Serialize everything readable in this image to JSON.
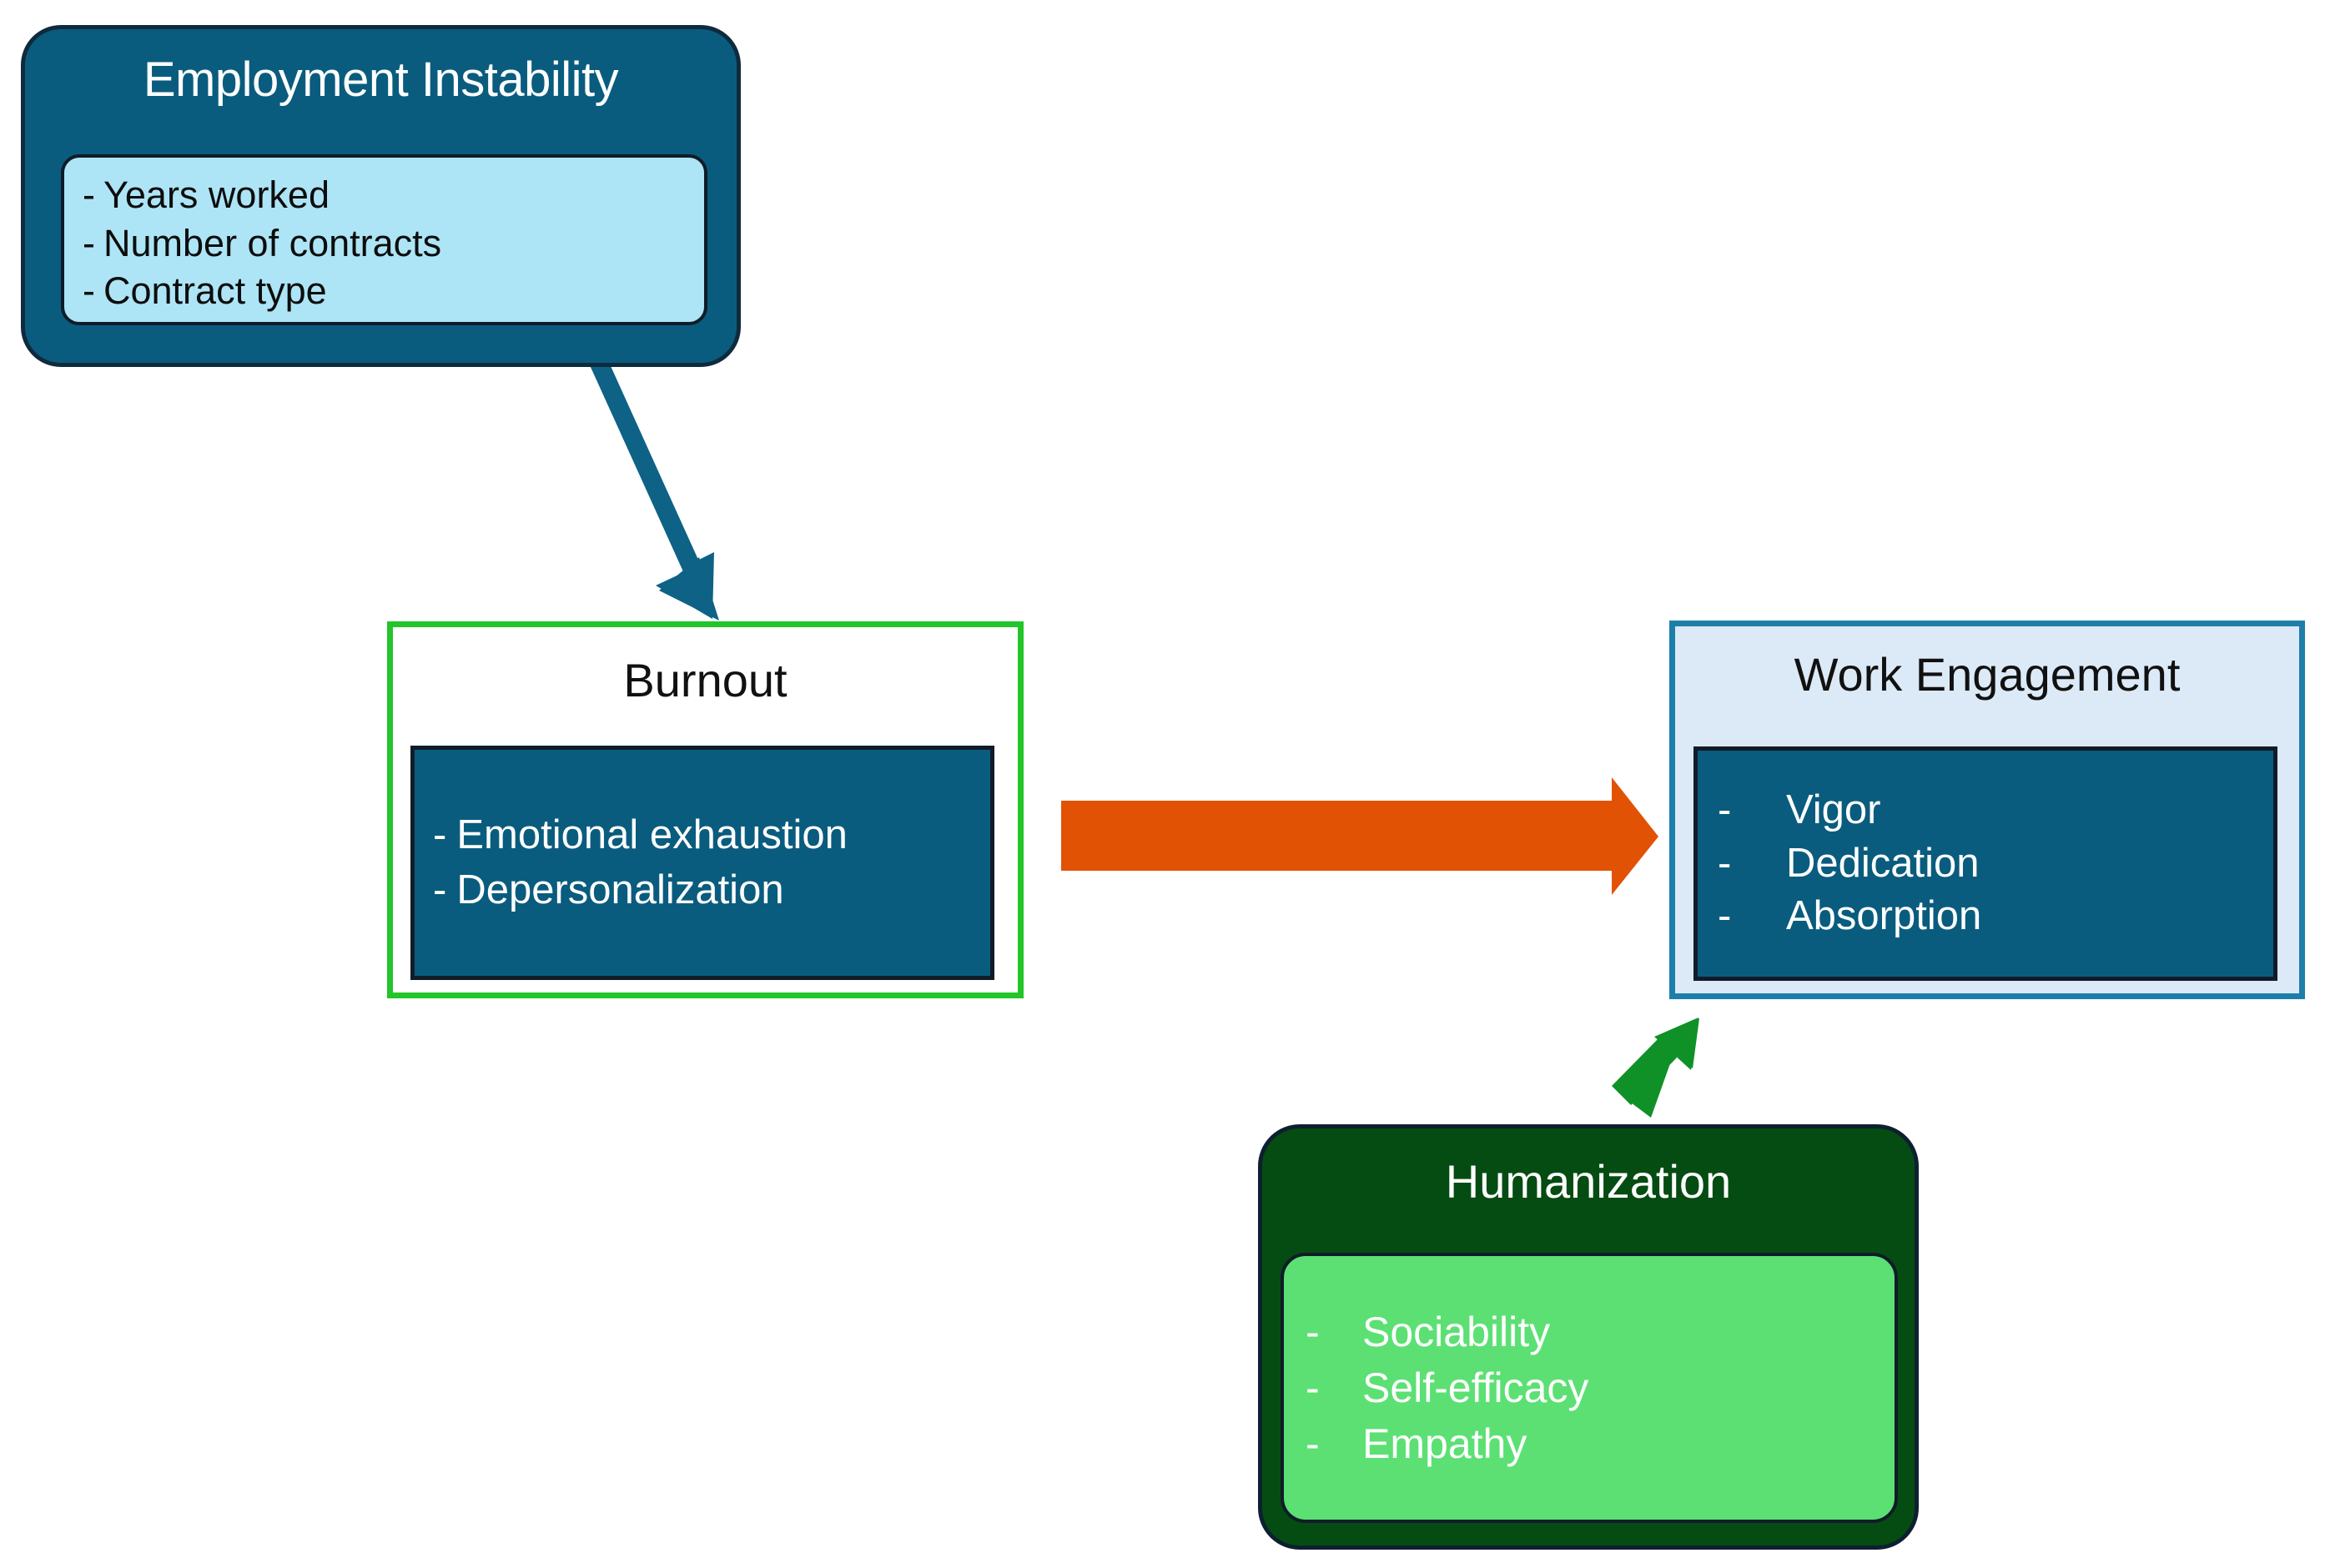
{
  "diagram": {
    "title": "Employment instability, burnout, work engagement and humanization model",
    "background": "#ffffff",
    "nodes": {
      "employment": {
        "title": "Employment Instability",
        "items": [
          "Years worked",
          "Number of contracts",
          "Contract type"
        ],
        "bullet": "-",
        "box_color": "#0a5c7e",
        "inner_color": "#ade5f6",
        "title_color": "#ffffff",
        "item_color": "#0d0d0d"
      },
      "burnout": {
        "title": "Burnout",
        "items": [
          "Emotional  exhaustion",
          "Depersonalization"
        ],
        "bullet": "-",
        "box_color": "#ffffff",
        "border_color": "#22c52a",
        "inner_color": "#0a5c7e",
        "title_color": "#111111",
        "item_color": "#ffffff"
      },
      "engagement": {
        "title": "Work Engagement",
        "items": [
          "Vigor",
          "Dedication",
          "Absorption"
        ],
        "bullet": "-",
        "box_color": "#dce9f6",
        "border_color": "#1d7fa9",
        "inner_color": "#0a5c7e",
        "title_color": "#111111",
        "item_color": "#ffffff"
      },
      "humanization": {
        "title": "Humanization",
        "items": [
          "Sociability",
          "Self-efficacy",
          "Empathy"
        ],
        "bullet": "-",
        "box_color": "#054c12",
        "inner_color": "#5ce074",
        "title_color": "#ffffff",
        "item_color": "#ffffff"
      }
    },
    "arrows": [
      {
        "name": "employment-to-burnout",
        "from": "employment",
        "to": "burnout",
        "color": "#0d6286",
        "direction": "diagonal-down-right"
      },
      {
        "name": "burnout-to-engagement",
        "from": "burnout",
        "to": "engagement",
        "color": "#e25205",
        "direction": "right"
      },
      {
        "name": "humanization-to-engagement",
        "from": "humanization",
        "to": "engagement",
        "color": "#0f9128",
        "direction": "diagonal-up-right"
      }
    ]
  }
}
